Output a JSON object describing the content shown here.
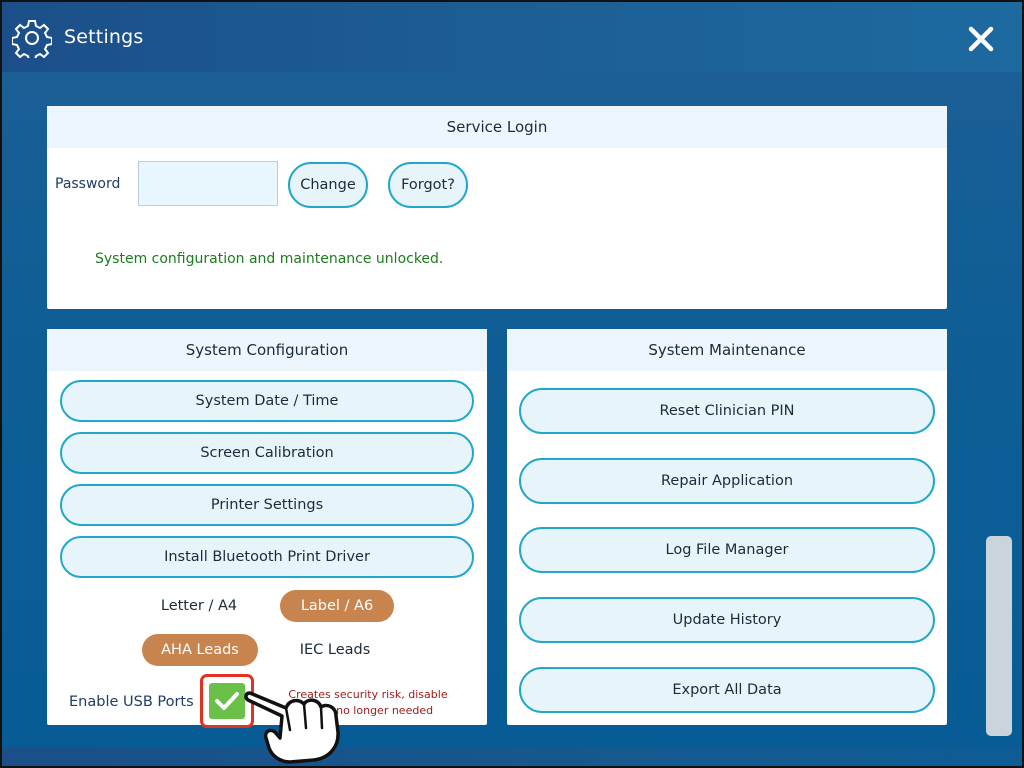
{
  "window": {
    "title": "Settings",
    "icon": "gear-icon",
    "close_icon": "close-icon"
  },
  "service_login": {
    "heading": "Service Login",
    "password_label": "Password",
    "password_value": "",
    "change_label": "Change",
    "forgot_label": "Forgot?",
    "status_text": "System configuration and maintenance unlocked."
  },
  "system_configuration": {
    "heading": "System Configuration",
    "buttons": [
      "System Date / Time",
      "Screen Calibration",
      "Printer Settings",
      "Install Bluetooth Print Driver"
    ],
    "paper_options": [
      {
        "label": "Letter / A4",
        "selected": false
      },
      {
        "label": "Label / A6",
        "selected": true
      }
    ],
    "lead_options": [
      {
        "label": "AHA Leads",
        "selected": true
      },
      {
        "label": "IEC Leads",
        "selected": false
      }
    ],
    "usb": {
      "label": "Enable USB Ports",
      "checked": true,
      "warning": "Creates security risk, disable when no longer needed"
    }
  },
  "system_maintenance": {
    "heading": "System Maintenance",
    "buttons": [
      "Reset Clinician PIN",
      "Repair Application",
      "Log File Manager",
      "Update History",
      "Export All Data"
    ]
  },
  "colors": {
    "accent_border": "#20a7c9",
    "selected_toggle": "#c8844f",
    "status_ok": "#1c7d1c",
    "warning": "#9a1b1b",
    "checkbox_fill": "#6bc04a",
    "highlight": "#e13223"
  },
  "cursor": {
    "icon": "pointing-hand-icon"
  }
}
